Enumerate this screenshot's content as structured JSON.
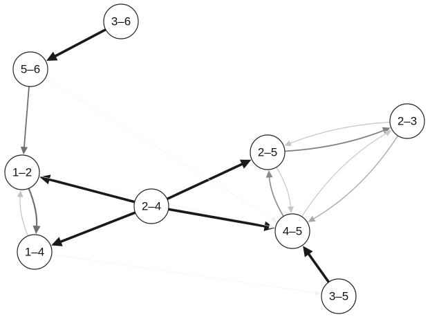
{
  "nodes": [
    {
      "id": "n36",
      "label": "3–6"
    },
    {
      "id": "n56",
      "label": "5–6"
    },
    {
      "id": "n12",
      "label": "1–2"
    },
    {
      "id": "n14",
      "label": "1–4"
    },
    {
      "id": "n24",
      "label": "2–4"
    },
    {
      "id": "n25",
      "label": "2–5"
    },
    {
      "id": "n23",
      "label": "2–3"
    },
    {
      "id": "n45",
      "label": "4–5"
    },
    {
      "id": "n35",
      "label": "3–5"
    }
  ],
  "edges": [
    {
      "from": "n36",
      "to": "n56",
      "color": "#1a1a1a"
    },
    {
      "from": "n56",
      "to": "n12",
      "color": "#6e6e6e"
    },
    {
      "from": "n12",
      "to": "n14",
      "color": "#707070"
    },
    {
      "from": "n14",
      "to": "n12",
      "color": "#c4c4c4"
    },
    {
      "from": "n24",
      "to": "n12",
      "color": "#1a1a1a"
    },
    {
      "from": "n24",
      "to": "n14",
      "color": "#1a1a1a"
    },
    {
      "from": "n24",
      "to": "n25",
      "color": "#1a1a1a"
    },
    {
      "from": "n24",
      "to": "n45",
      "color": "#1a1a1a"
    },
    {
      "from": "n35",
      "to": "n45",
      "color": "#1a1a1a"
    },
    {
      "from": "n25",
      "to": "n23",
      "color": "#808080"
    },
    {
      "from": "n23",
      "to": "n25",
      "color": "#c6c6c6"
    },
    {
      "from": "n25",
      "to": "n45",
      "color": "#c6c6c6"
    },
    {
      "from": "n45",
      "to": "n25",
      "color": "#8a8a8a"
    },
    {
      "from": "n23",
      "to": "n45",
      "color": "#a9a9a9"
    },
    {
      "from": "n45",
      "to": "n23",
      "color": "#c8c8c8"
    },
    {
      "from": "n56",
      "to": "n45",
      "color": "#f0f0f0"
    },
    {
      "from": "n14",
      "to": "n35",
      "color": "#f2f2f2"
    },
    {
      "from": "n12",
      "to": "n45",
      "color": "#f2f2f2"
    }
  ]
}
